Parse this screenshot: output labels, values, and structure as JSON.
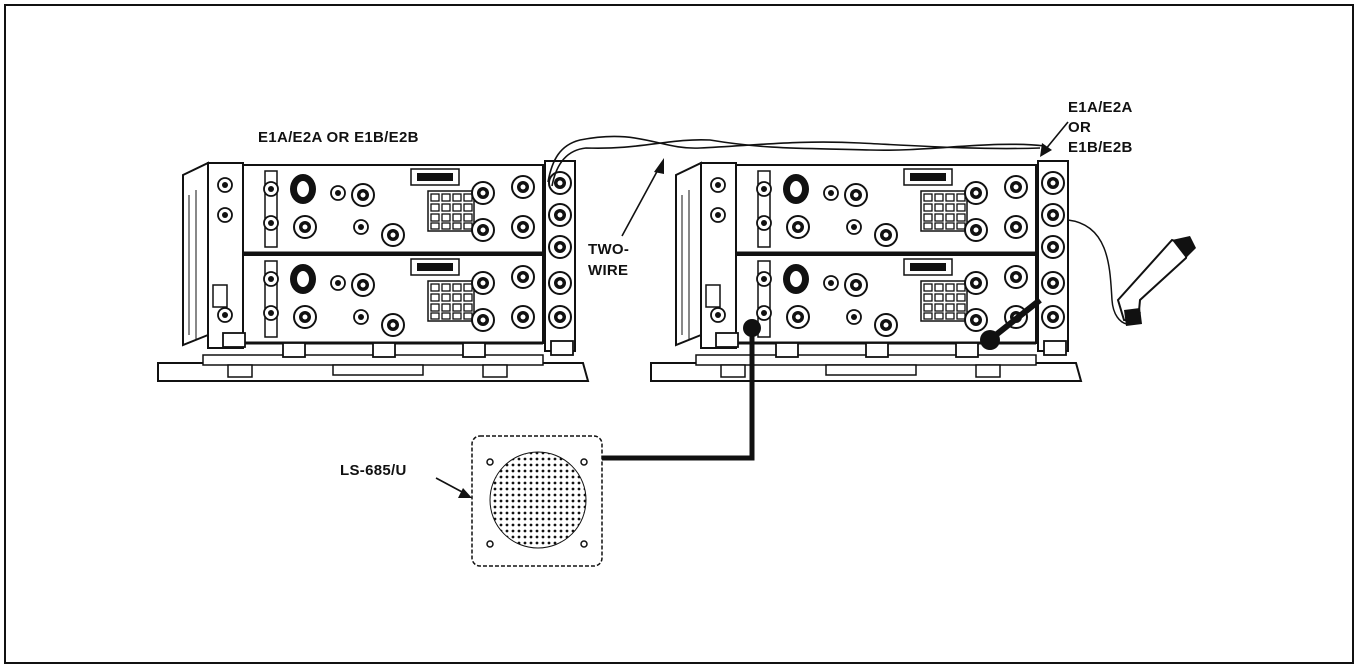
{
  "labels": {
    "left_set": "E1A/E2A OR E1B/E2B",
    "two_wire_line1": "TWO-",
    "two_wire_line2": "WIRE",
    "right_set_line1": "E1A/E2A",
    "right_set_line2": "OR",
    "right_set_line3": "E1B/E2B",
    "speaker": "LS-685/U"
  },
  "colors": {
    "ink": "#111111",
    "background": "#ffffff"
  }
}
